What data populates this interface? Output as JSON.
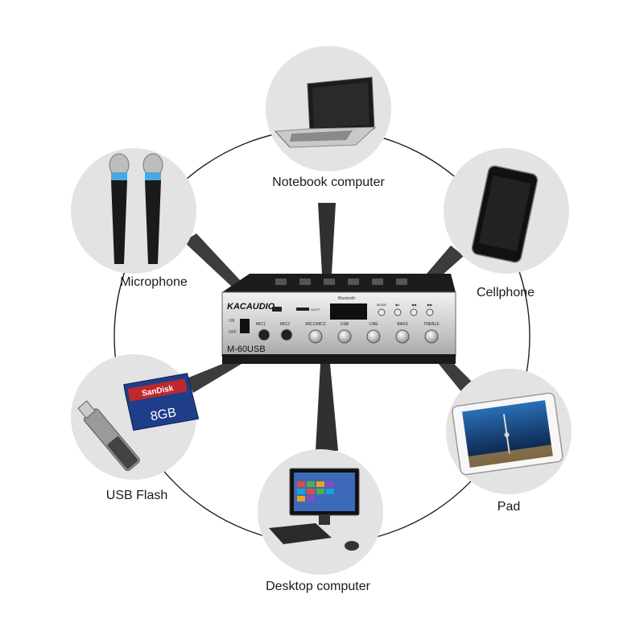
{
  "amplifier": {
    "brand": "KACAUDIO",
    "model": "M-60USB",
    "bluetooth_label": "Bluetooth",
    "switch_on": "ON",
    "switch_off": "OFF",
    "mic1": "MIC1",
    "mic2": "MIC2",
    "knobs": [
      "MIC1/MIC2",
      "USB",
      "LINE",
      "BASS",
      "TREBLE"
    ],
    "buttons": [
      "MODE",
      "▶ll",
      "◀◀",
      "▶▶"
    ],
    "sdcard_label": "SD/TF"
  },
  "devices": [
    {
      "id": "notebook",
      "label": "Notebook computer",
      "icon": "laptop-icon"
    },
    {
      "id": "cellphone",
      "label": "Cellphone",
      "icon": "smartphone-icon"
    },
    {
      "id": "pad",
      "label": "Pad",
      "icon": "tablet-icon"
    },
    {
      "id": "desktop",
      "label": "Desktop computer",
      "icon": "desktop-computer-icon"
    },
    {
      "id": "usb",
      "label": "USB Flash",
      "icon": "usb-flash-drive-icon"
    },
    {
      "id": "microphone",
      "label": "Microphone",
      "icon": "microphone-icon"
    }
  ],
  "sdcard": {
    "brand": "SanDisk",
    "capacity": "8GB"
  },
  "colors": {
    "node_bg": "#e3e3e3",
    "ring": "#222222",
    "beam": "#1a1a1a"
  }
}
